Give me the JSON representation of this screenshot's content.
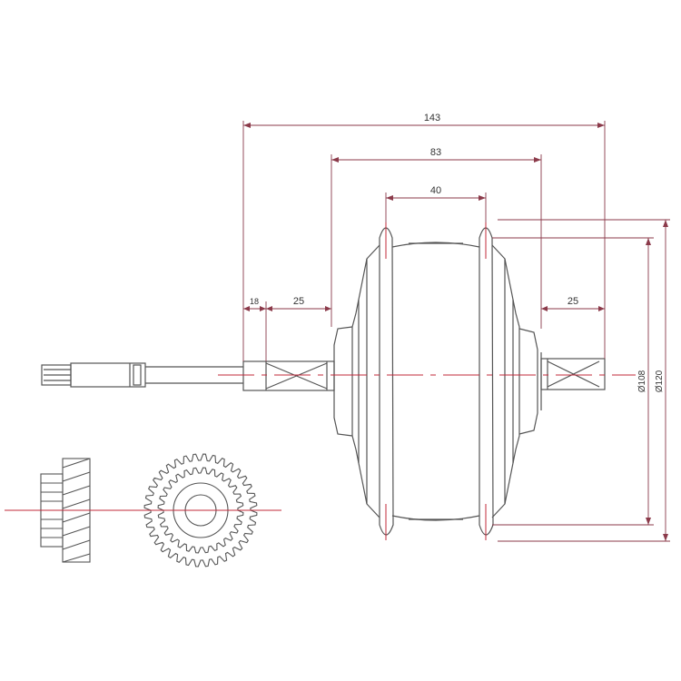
{
  "drawing": {
    "dimensions": {
      "overall_length": "143",
      "flange_to_flange": "83",
      "hub_center_width": "40",
      "left_offset": "18",
      "left_axle": "25",
      "right_axle": "25",
      "inner_diameter": "Ø108",
      "outer_diameter": "Ø120"
    },
    "colors": {
      "line": "#555555",
      "dimension": "#8b3a4a",
      "centerline": "#c0283a",
      "background": "#ffffff"
    }
  }
}
